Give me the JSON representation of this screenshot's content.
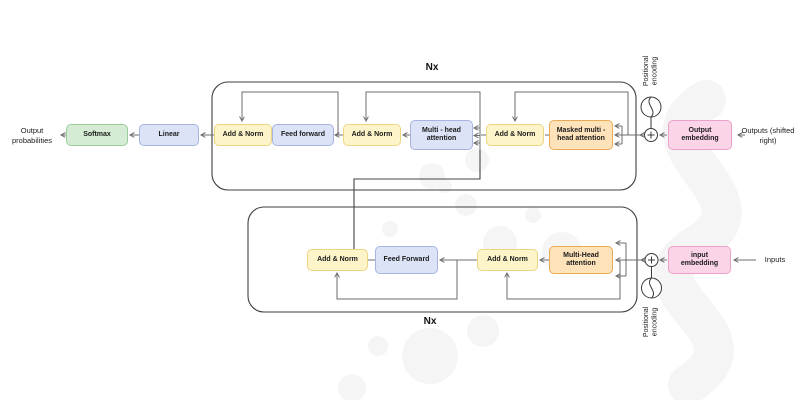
{
  "colors": {
    "add_norm_fill": "#fdf4c9",
    "add_norm_border": "#ecd583",
    "blue_fill": "#dce3f7",
    "blue_border": "#a8b4e0",
    "softmax_fill": "#d5ebd3",
    "softmax_border": "#9bcc9d",
    "attention_orange_fill": "#fde2ba",
    "attention_orange_border": "#eaaa56",
    "embedding_pink_fill": "#fbd4e8",
    "embedding_pink_border": "#e8a2ca",
    "flow_line": "#6e6e6e",
    "connector_line": "#444444",
    "container_border": "#3f3f3f"
  },
  "output_path": {
    "output_probabilities": "Output probabilities",
    "softmax": "Softmax",
    "linear": "Linear"
  },
  "decoder": {
    "nx_label": "Nx",
    "nodes": {
      "add_norm_1": "Add & Norm",
      "feed_forward": "Feed forward",
      "add_norm_2": "Add & Norm",
      "multi_head_attention": "Multi - head attention",
      "add_norm_3": "Add & Norm",
      "masked_attention": "Masked multi - head attention"
    }
  },
  "encoder": {
    "nx_label": "Nx",
    "nodes": {
      "add_norm_1": "Add & Norm",
      "feed_forward": "Feed Forward",
      "add_norm_2": "Add & Norm",
      "multi_head_attention": "Multi-Head attention"
    }
  },
  "decoder_input": {
    "embedding": "Output embedding",
    "source": "Outputs (shifted right)",
    "positional_1": "Positional",
    "positional_2": "encoding"
  },
  "encoder_input": {
    "embedding": "input embedding",
    "source": "Inputs",
    "positional_1": "Positional",
    "positional_2": "encoding"
  }
}
